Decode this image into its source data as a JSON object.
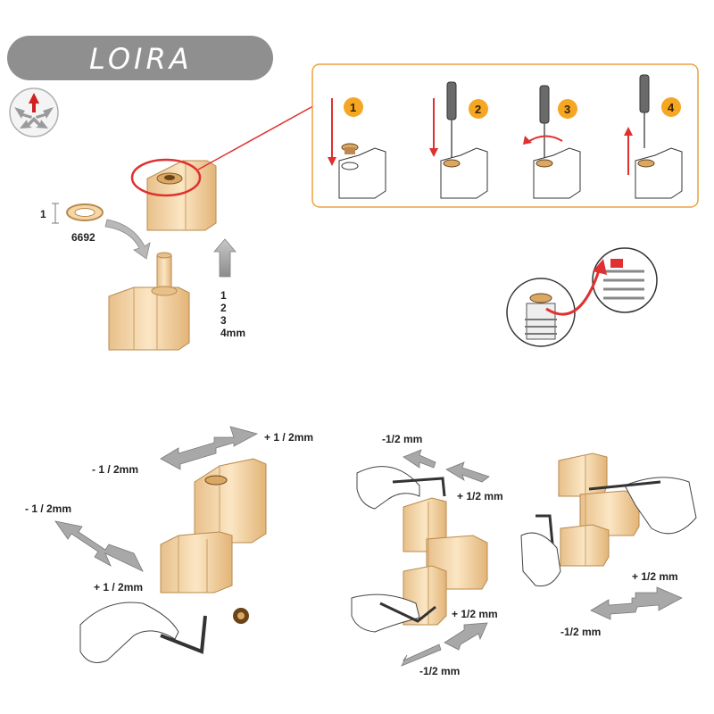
{
  "header": {
    "brand": "LOIRA"
  },
  "top_section": {
    "washer_count": "1",
    "washer_code": "6692",
    "height_values": [
      "1",
      "2",
      "3",
      "4mm"
    ]
  },
  "steps_panel": {
    "steps": [
      "1",
      "2",
      "3",
      "4"
    ]
  },
  "adjust_left": {
    "top_plus": "+ 1 / 2mm",
    "top_minus": "- 1 / 2mm",
    "side_minus": "- 1 / 2mm",
    "side_plus": "+ 1 / 2mm"
  },
  "adjust_middle": {
    "top_minus": "-1/2 mm",
    "top_plus": "+ 1/2 mm",
    "bottom_plus": "+ 1/2 mm",
    "bottom_minus": "-1/2 mm"
  },
  "adjust_right": {
    "plus": "+ 1/2 mm",
    "minus": "-1/2 mm"
  },
  "colors": {
    "brass": "#f5d6a5",
    "brass_dark": "#d9a865",
    "orange_accent": "#f0a040",
    "step_badge": "#f5a623",
    "red_accent": "#e03030",
    "arrow_grey": "#9a9a9a",
    "header_grey": "#8f8f8f",
    "panel_border": "#f0a040"
  }
}
